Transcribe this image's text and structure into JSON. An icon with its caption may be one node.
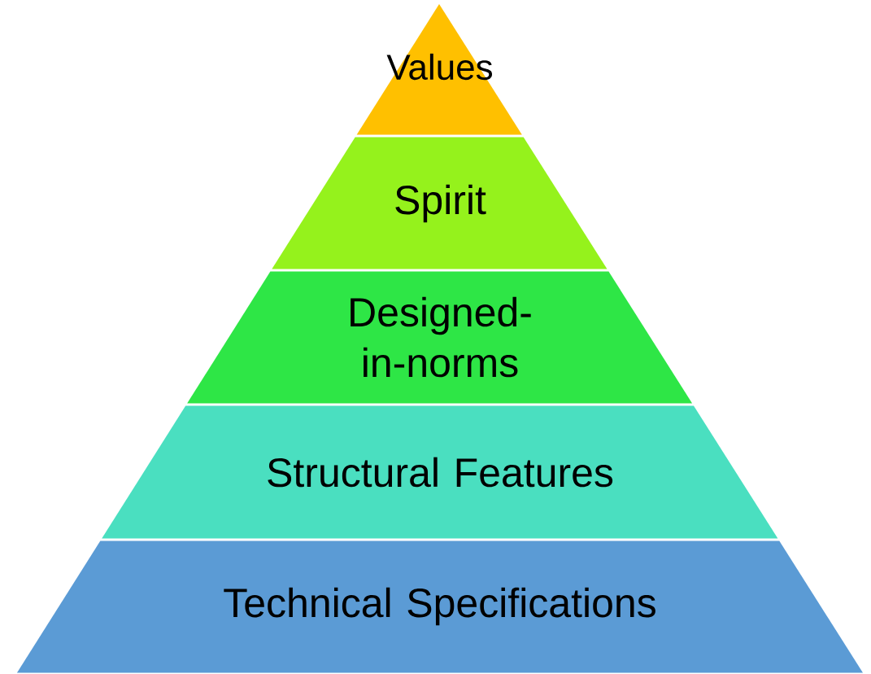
{
  "diagram": {
    "nodes": [
      {
        "text": [
          "Values"
        ]
      },
      {
        "text": [
          "Spirit"
        ]
      },
      {
        "text": [
          "Designed-in-norms"
        ]
      },
      {
        "text": [
          "Structural Features"
        ]
      },
      {
        "text": [
          "Technical Specifications"
        ]
      }
    ]
  }
}
